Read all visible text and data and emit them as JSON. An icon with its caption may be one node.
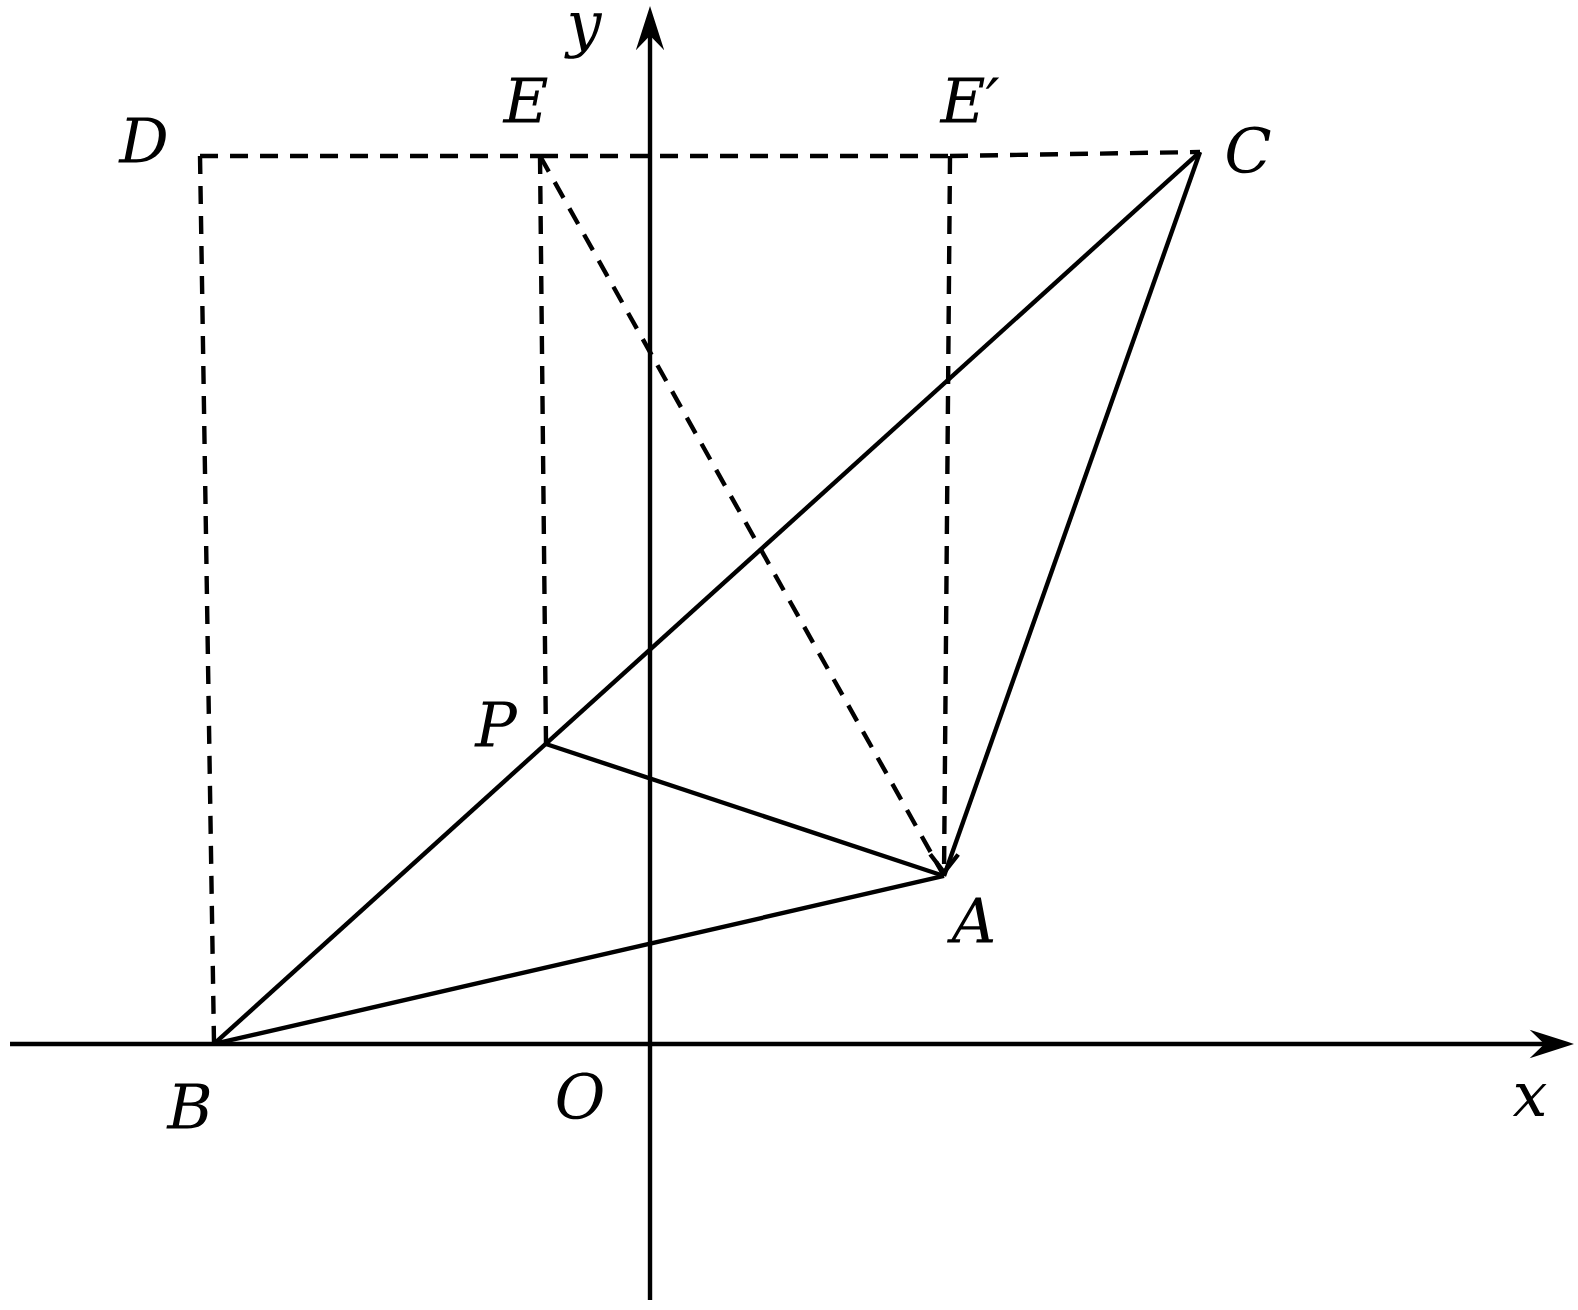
{
  "diagram": {
    "nodes": [
      {
        "text": [
          "D"
        ]
      },
      {
        "text": [
          "E"
        ]
      },
      {
        "text": [
          "E′"
        ]
      },
      {
        "text": [
          "C"
        ]
      },
      {
        "text": [
          "P"
        ]
      },
      {
        "text": [
          "A"
        ]
      },
      {
        "text": [
          "B"
        ]
      }
    ],
    "edges": [
      {
        "from": 6,
        "to": 5,
        "arrow": "none"
      },
      {
        "from": 6,
        "to": 3,
        "arrow": "none"
      },
      {
        "from": 3,
        "to": 5,
        "arrow": "none"
      },
      {
        "from": 4,
        "to": 5,
        "arrow": "none"
      },
      {
        "from": 0,
        "to": 6,
        "arrow": "none",
        "style": "dashed"
      },
      {
        "from": 0,
        "to": 1,
        "arrow": "none",
        "style": "dashed"
      },
      {
        "from": 1,
        "to": 2,
        "arrow": "none",
        "style": "dashed"
      },
      {
        "from": 2,
        "to": 3,
        "arrow": "none",
        "style": "dashed"
      },
      {
        "from": 1,
        "to": 4,
        "arrow": "none",
        "style": "dashed"
      },
      {
        "from": 1,
        "to": 5,
        "arrow": "none",
        "style": "dashed"
      },
      {
        "from": 2,
        "to": 5,
        "arrow": "to",
        "style": "dashed"
      }
    ],
    "labels": [
      "y",
      "x",
      "O"
    ]
  }
}
